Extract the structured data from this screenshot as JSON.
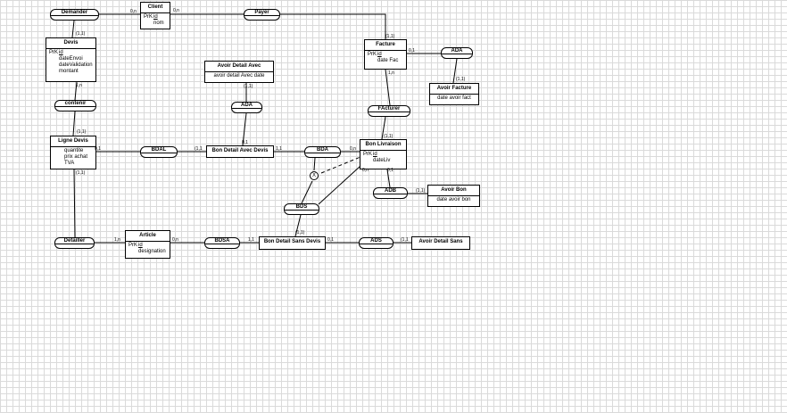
{
  "entities": {
    "client": {
      "title": "Client",
      "rows": [
        {
          "key": "PrK",
          "name": "id",
          "underline": true
        },
        {
          "key": "",
          "name": "nom",
          "underline": false
        }
      ]
    },
    "devis": {
      "title": "Devis",
      "rows": [
        {
          "key": "PrK",
          "name": "id",
          "underline": true
        },
        {
          "key": "",
          "name": "dateEnvoi",
          "underline": false
        },
        {
          "key": "",
          "name": "dateValidation",
          "underline": false
        },
        {
          "key": "",
          "name": "montant",
          "underline": false
        }
      ]
    },
    "facture": {
      "title": "Facture",
      "rows": [
        {
          "key": "PrK",
          "name": "id",
          "underline": true
        },
        {
          "key": "",
          "name": "date Fac",
          "underline": false
        }
      ]
    },
    "avoir_detail_avec": {
      "title": "Avoir Detail Avec",
      "rows": [
        {
          "key": "",
          "name": "avoir detail Avec date",
          "underline": false
        }
      ]
    },
    "avoir_facture": {
      "title": "Avoir Facture",
      "rows": [
        {
          "key": "",
          "name": "date avoir fact",
          "underline": false
        }
      ]
    },
    "ligne_devis": {
      "title": "Ligne Devis",
      "rows": [
        {
          "key": "",
          "name": "quantite",
          "underline": false
        },
        {
          "key": "",
          "name": "prix achat",
          "underline": false
        },
        {
          "key": "",
          "name": "TVA",
          "underline": false
        }
      ]
    },
    "bon_detail_avec_devis": {
      "title": "Bon Detail Avec Devis",
      "rows": []
    },
    "bon_livraison": {
      "title": "Bon Livraison",
      "rows": [
        {
          "key": "PrK",
          "name": "id",
          "underline": true
        },
        {
          "key": "",
          "name": "dateLiv",
          "underline": false
        }
      ]
    },
    "avoir_bon": {
      "title": "Avoir Bon",
      "rows": [
        {
          "key": "",
          "name": "date avoir bon",
          "underline": false
        }
      ]
    },
    "article": {
      "title": "Article",
      "rows": [
        {
          "key": "PrK",
          "name": "id",
          "underline": true
        },
        {
          "key": "",
          "name": "designation",
          "underline": false
        }
      ]
    },
    "bon_detail_sans_devis": {
      "title": "Bon Detail Sans Devis",
      "rows": []
    },
    "avoir_detail_sans": {
      "title": "Avoir Detail Sans",
      "rows": []
    }
  },
  "associations": {
    "demander": "Demander",
    "payer": "Payer",
    "ada_top": "ADA",
    "contenir": "contenir",
    "ada_mid": "ADA",
    "facturer": "FActurer",
    "bdal": "BDAL",
    "bda": "BDA",
    "adb": "ADB",
    "bds": "BDS",
    "detailler": "Detailler",
    "bdsa": "BDSA",
    "ads": "ADS"
  },
  "exclusion_symbol": "X",
  "cardinalities": [
    {
      "id": "c_demander_client",
      "text": "0,n"
    },
    {
      "id": "c_client_payer",
      "text": "0,n"
    },
    {
      "id": "c_devis_demander",
      "text": "(1,1)"
    },
    {
      "id": "c_facture_payer",
      "text": "(1,1)"
    },
    {
      "id": "c_facture_ada",
      "text": "0,1"
    },
    {
      "id": "c_avoirfacture_ada",
      "text": "(1,1)"
    },
    {
      "id": "c_avoiravec_ada",
      "text": "(1,1)"
    },
    {
      "id": "c_devis_contenir",
      "text": "1,n"
    },
    {
      "id": "c_facture_facturer",
      "text": "1,n"
    },
    {
      "id": "c_ligne_contenir",
      "text": "(1,1)"
    },
    {
      "id": "c_bdad_ada",
      "text": "0,1"
    },
    {
      "id": "c_bl_facturer",
      "text": "(1,1)"
    },
    {
      "id": "c_ligne_bdal",
      "text": "0,1"
    },
    {
      "id": "c_bdad_bdal",
      "text": "(1,1"
    },
    {
      "id": "c_bdad_bda",
      "text": "1,1"
    },
    {
      "id": "c_bl_bda",
      "text": "0,n"
    },
    {
      "id": "c_ligne_detailler",
      "text": "(1,1)"
    },
    {
      "id": "c_bl_bds",
      "text": "0,n"
    },
    {
      "id": "c_bl_adb",
      "text": "0,1"
    },
    {
      "id": "c_avoirbon_adb",
      "text": "(1,1)"
    },
    {
      "id": "c_detailler_article",
      "text": "1,n"
    },
    {
      "id": "c_article_bdsa",
      "text": "0,n"
    },
    {
      "id": "c_bdsd_bds",
      "text": "(1,1)"
    },
    {
      "id": "c_bdsd_bdsa",
      "text": "1,1"
    },
    {
      "id": "c_bdsd_ads",
      "text": "0,1"
    },
    {
      "id": "c_avoirsans_ads",
      "text": "(1,1"
    }
  ]
}
